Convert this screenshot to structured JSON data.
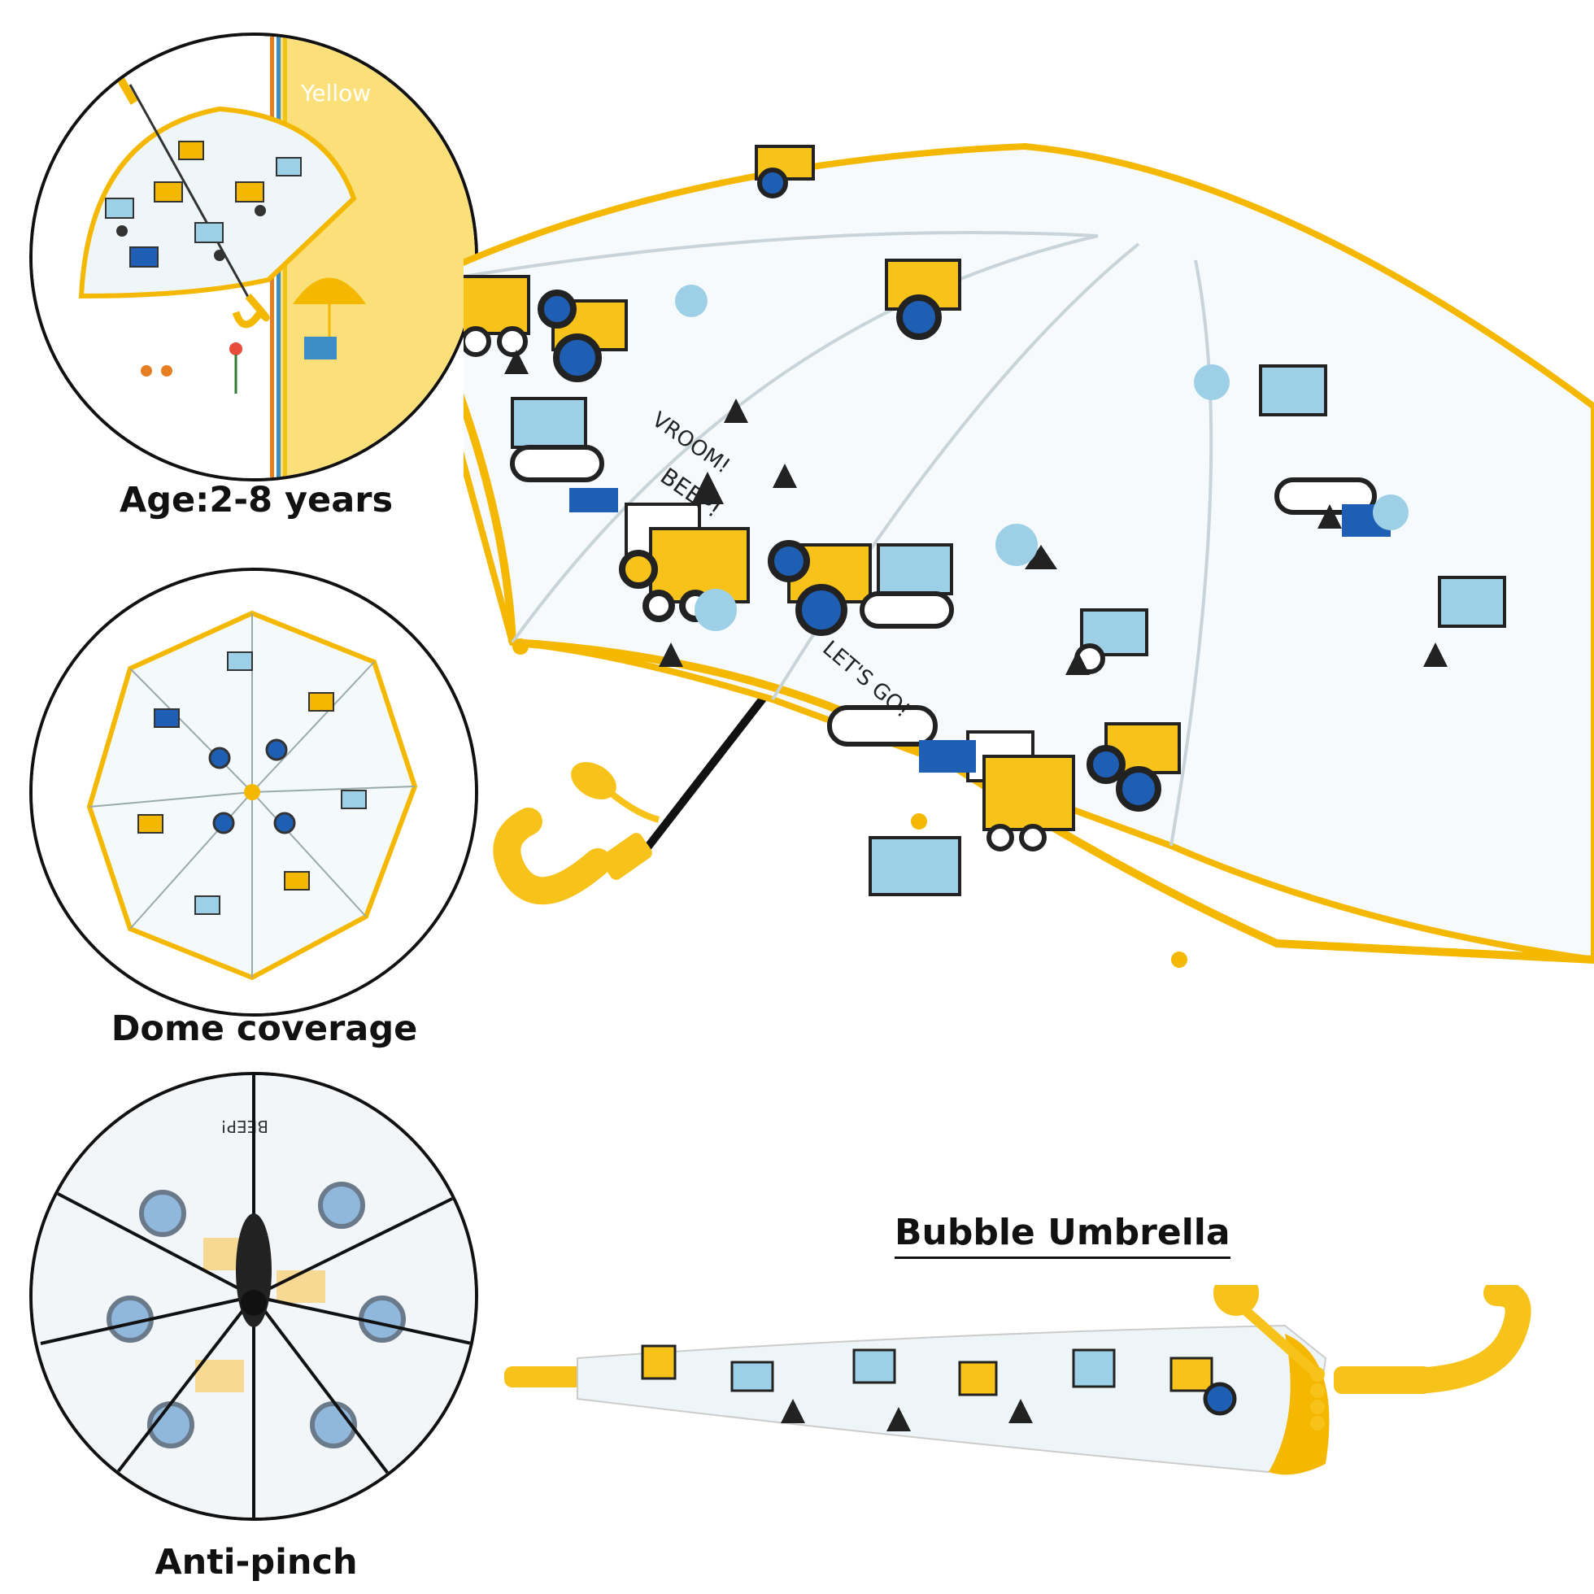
{
  "captions": {
    "age": "Age:2-8 years",
    "dome": "Dome coverage",
    "anti_pinch": "Anti-pinch",
    "main": "Bubble Umbrella"
  },
  "print_text": {
    "yellow_tag": "Yellow",
    "beep": "BEEP!",
    "lets_go": "LET'S GO!",
    "vroom": "VROOM!"
  },
  "colors": {
    "accent_yellow": "#f5b800",
    "handle_yellow": "#f7c21a",
    "light_blue": "#9dd0e6",
    "blue": "#1e5fb3",
    "panel_yellow": "#fbe07a"
  }
}
